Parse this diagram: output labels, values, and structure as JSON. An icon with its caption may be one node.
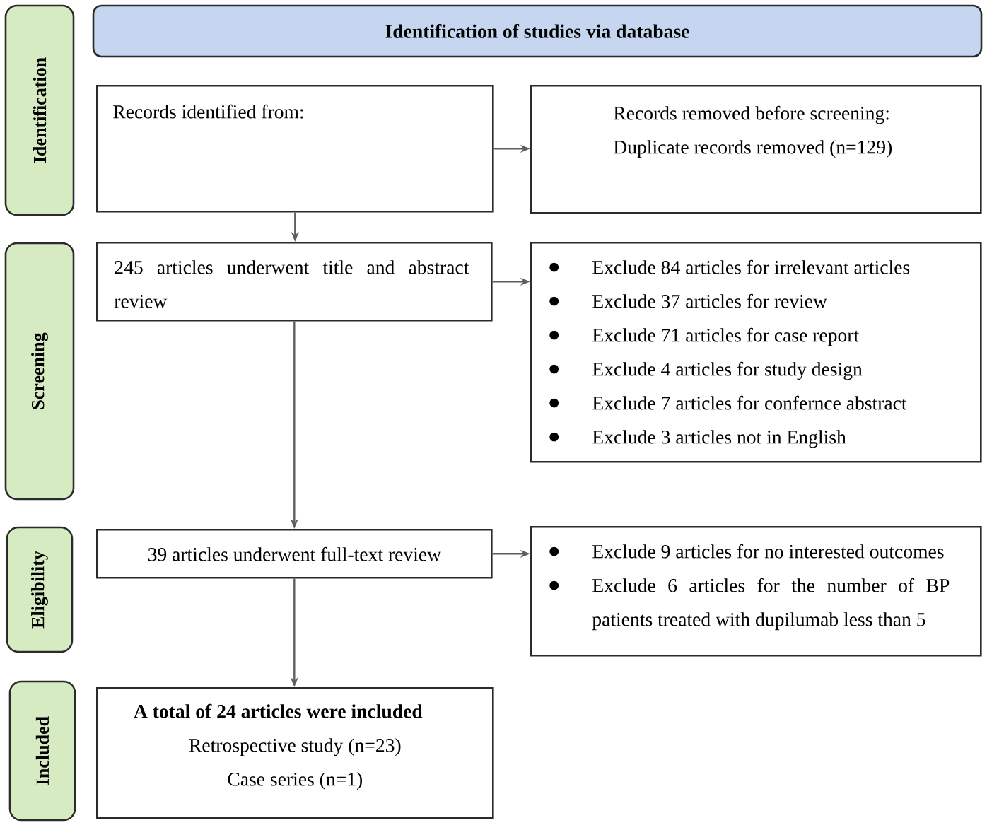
{
  "diagram": {
    "nodes": [
      {
        "text": [
          "Identification of studies via database"
        ]
      },
      {
        "text": [
          "Identification"
        ]
      },
      {
        "text": [
          "Records identified from:"
        ]
      },
      {
        "text": [
          "Records removed before screening:",
          "Duplicate records removed (n=129)"
        ]
      },
      {
        "text": [
          "Screening"
        ]
      },
      {
        "text": [
          "245 articles underwent title and abstract review"
        ]
      },
      {
        "text": [
          "Exclude 84 articles for irrelevant articles",
          "Exclude 37 articles for review",
          "Exclude 71 articles for case report",
          "Exclude 4 articles for study design",
          "Exclude 7 articles for confernce abstract",
          "Exclude 3 articles not in English"
        ]
      },
      {
        "text": [
          "Eligibility"
        ]
      },
      {
        "text": [
          "39 articles underwent full-text review"
        ]
      },
      {
        "text": [
          "Exclude 9 articles for no interested outcomes",
          "Exclude 6 articles for the number of BP patients treated with dupilumab less than 5"
        ]
      },
      {
        "text": [
          "Included"
        ]
      },
      {
        "text": [
          "A total of 24 articles were included",
          "Retrospective study (n=23)",
          "Case series (n=1)"
        ]
      }
    ],
    "edges": [
      {
        "from": 2,
        "to": 3,
        "arrow": "to"
      },
      {
        "from": 2,
        "to": 5,
        "arrow": "to"
      },
      {
        "from": 5,
        "to": 6,
        "arrow": "to"
      },
      {
        "from": 5,
        "to": 8,
        "arrow": "to"
      },
      {
        "from": 8,
        "to": 9,
        "arrow": "to"
      },
      {
        "from": 8,
        "to": 11,
        "arrow": "to"
      }
    ]
  }
}
